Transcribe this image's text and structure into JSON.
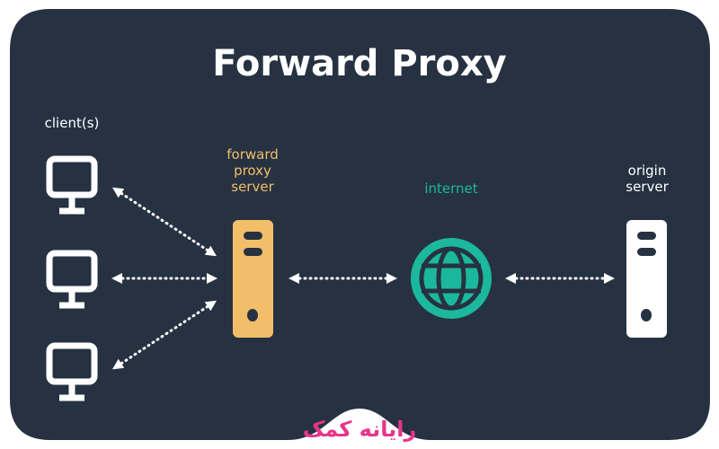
{
  "title": "Forward Proxy",
  "labels": {
    "clients": "client(s)",
    "proxy": [
      "forward",
      "proxy",
      "server"
    ],
    "internet": "internet",
    "origin": [
      "origin",
      "server"
    ]
  },
  "watermark": "رایانه کمک",
  "colors": {
    "background": "#263241",
    "proxy": "#f2be6a",
    "internet": "#1bb89d",
    "origin": "#ffffff",
    "watermark": "#e8348a"
  }
}
